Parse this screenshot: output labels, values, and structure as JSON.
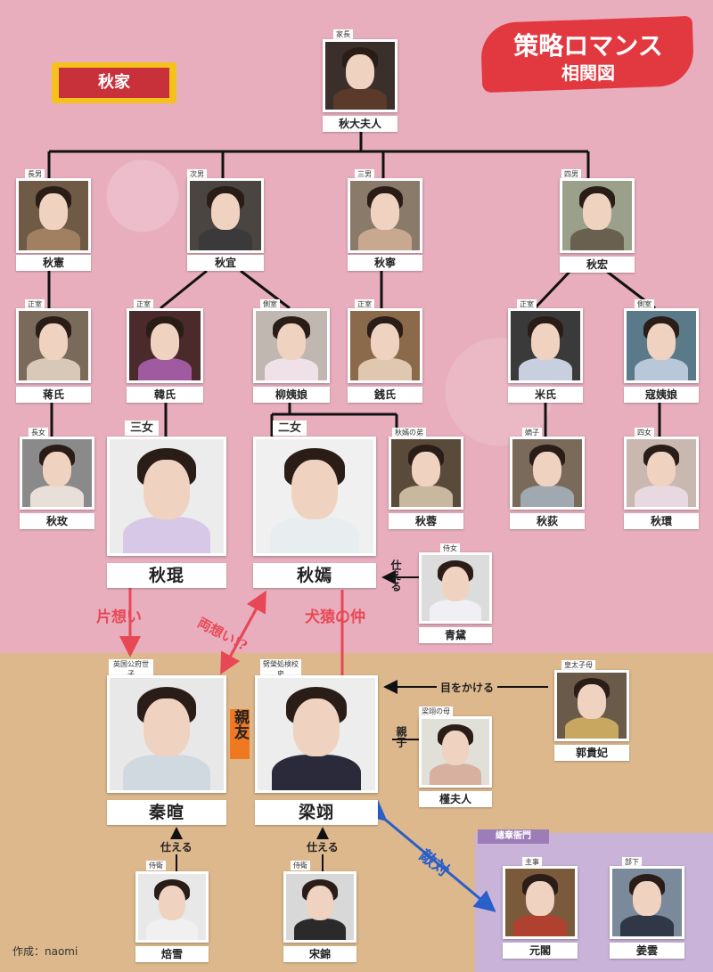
{
  "header": {
    "title": "策略ロマンス",
    "subtitle": "相関図",
    "family_banner": "秋家",
    "credit": "作成：naomi"
  },
  "colors": {
    "pink_bg": "#e8aebe",
    "tan_bg": "#ddb88c",
    "purple_bg": "#c9b3d8",
    "relation_red": "#e84855",
    "relation_blue": "#2a5ec8",
    "banner_yellow": "#f4c21b",
    "banner_red": "#c8303a"
  },
  "people": {
    "elder": {
      "name": "秋大夫人",
      "role": "家長"
    },
    "son1": {
      "name": "秋憲",
      "role": "長男"
    },
    "son2": {
      "name": "秋宜",
      "role": "次男"
    },
    "son3": {
      "name": "秋寧",
      "role": "三男"
    },
    "son4": {
      "name": "秋宏",
      "role": "四男"
    },
    "wife1": {
      "name": "蒋氏",
      "role": "正室"
    },
    "wife2": {
      "name": "韓氏",
      "role": "正室"
    },
    "concubine2": {
      "name": "柳姨娘",
      "role": "側室"
    },
    "wife3": {
      "name": "銭氏",
      "role": "正室"
    },
    "wife4": {
      "name": "米氏",
      "role": "正室"
    },
    "concubine4": {
      "name": "寇姨娘",
      "role": "側室"
    },
    "qiu_mei": {
      "name": "秋玫",
      "role": "長女"
    },
    "qiu_lin": {
      "name": "秋琨",
      "role": "三女"
    },
    "qiu_yan": {
      "name": "秋嫣",
      "role": "二女"
    },
    "qiu_rong": {
      "name": "秋蓉",
      "role": "秋嫣の弟"
    },
    "qiu_di": {
      "name": "秋荻",
      "role": "嫡子"
    },
    "qiu_huan": {
      "name": "秋環",
      "role": "四女"
    },
    "qing_dai": {
      "name": "青黛",
      "role": "侍女"
    },
    "qin_xuan": {
      "name": "秦暄",
      "role": "英国公府世子"
    },
    "liang_xiang": {
      "name": "梁翊",
      "role": "劈榮処検校史"
    },
    "guo_gui_fei": {
      "name": "郭貴妃",
      "role": "皇太子母"
    },
    "jin_fu_ren": {
      "name": "槿夫人",
      "role": "梁翊の母"
    },
    "bei_xue": {
      "name": "焙雪",
      "role": "侍衛"
    },
    "song_jin": {
      "name": "宋錦",
      "role": "侍衛"
    },
    "yuan_ge": {
      "name": "元閣",
      "role": "主事"
    },
    "jiang_yun": {
      "name": "姜雲",
      "role": "部下"
    }
  },
  "groups": {
    "zongzhang": "總章衙門"
  },
  "relations": {
    "serve_qingdai": "仕える",
    "unrequited": "片想い",
    "mutual": "両想い!?",
    "enemies_dog": "犬猿の仲",
    "eye_on": "目をかける",
    "best_friends": "親友",
    "parent_child": "親子",
    "serve_qin": "仕える",
    "serve_liang": "仕える",
    "rivals": "敵対"
  }
}
